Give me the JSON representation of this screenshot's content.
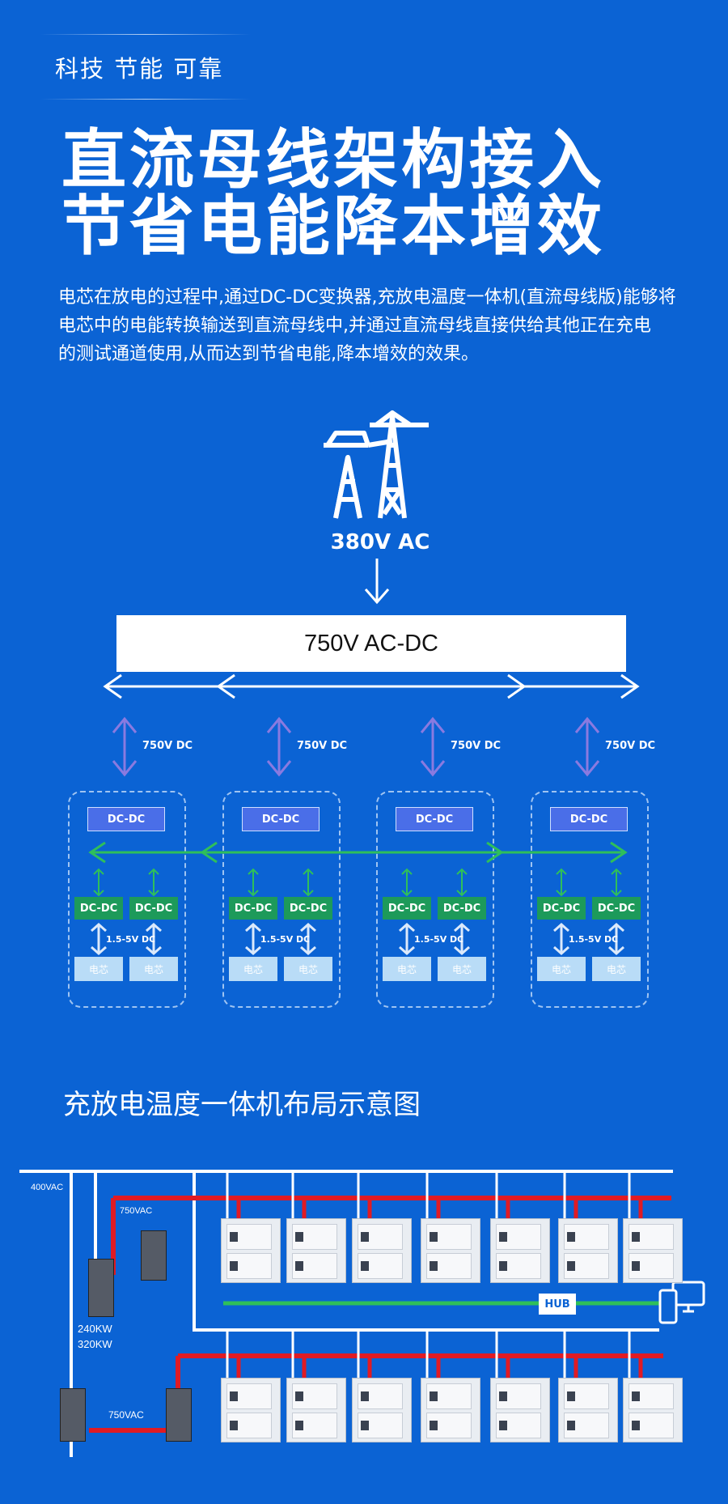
{
  "tagline": "科技  节能  可靠",
  "headline": [
    "直流母线架构接入",
    "节省电能降本增效"
  ],
  "description": [
    "电芯在放电的过程中,通过DC-DC变换器,充放电温度一体机(直流母线版)能够将",
    "电芯中的电能转换输送到直流母线中,并通过直流母线直接供给其他正在充电",
    "的测试通道使用,从而达到节省电能,降本增效的效果。"
  ],
  "diagram": {
    "input_label": "380V AC",
    "converter_label": "750V AC-DC",
    "bus_label": "750V DC",
    "module_label": "DC-DC",
    "low_voltage_label": "1.5-5V DC",
    "cell_label": "电芯",
    "units": 4
  },
  "layout_section": {
    "title": "充放电温度一体机布局示意图",
    "label_400vac": "400VAC",
    "label_750vac_top": "750VAC",
    "label_750vac_bottom": "750VAC",
    "power_lines": [
      "240KW",
      "320KW"
    ],
    "hub_label": "HUB"
  },
  "colors": {
    "background": "#0b63d4",
    "red_bus": "#e01b24",
    "green_bus": "#2fbf5a",
    "module_blue": "#4a6ee8",
    "module_green": "#1d9a5a",
    "cell_blue": "#b9dcf7"
  }
}
